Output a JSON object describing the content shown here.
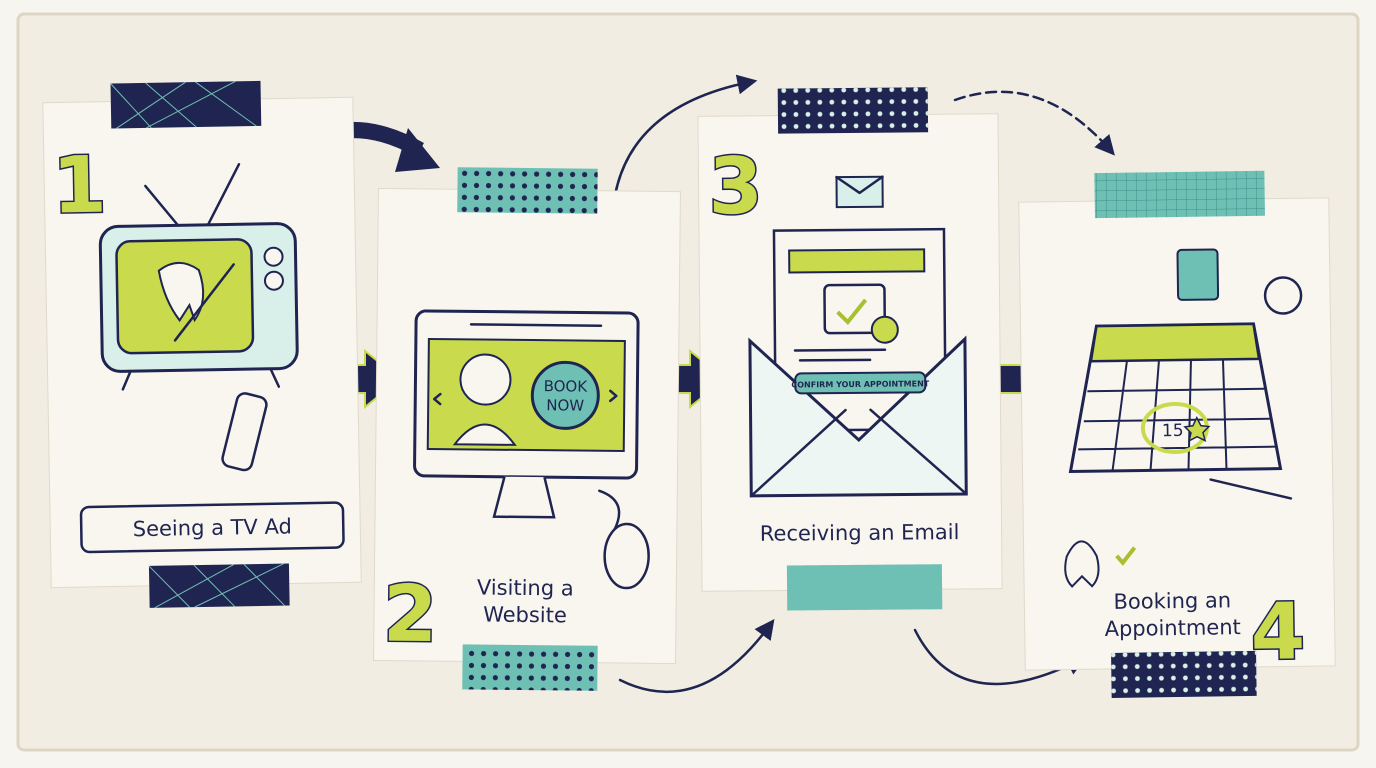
{
  "colors": {
    "navy": "#1f2550",
    "lime": "#c9db4c",
    "teal": "#6fc0b4",
    "paper": "#f2eee3",
    "card": "#f8f6ef"
  },
  "steps": [
    {
      "number": "1",
      "label": "Seeing a TV Ad",
      "icon": "tv-icon"
    },
    {
      "number": "2",
      "label_line1": "Visiting a",
      "label_line2": "Website",
      "button": "BOOK NOW",
      "button_line1": "BOOK",
      "button_line2": "NOW",
      "icon": "computer-icon"
    },
    {
      "number": "3",
      "label": "Receiving an Email",
      "email_button": "CONFIRM YOUR APPOINTMENT",
      "icon": "envelope-icon"
    },
    {
      "number": "4",
      "label_line1": "Booking an",
      "label_line2": "Appointment",
      "calendar_day": "15",
      "icon": "calendar-icon"
    }
  ]
}
